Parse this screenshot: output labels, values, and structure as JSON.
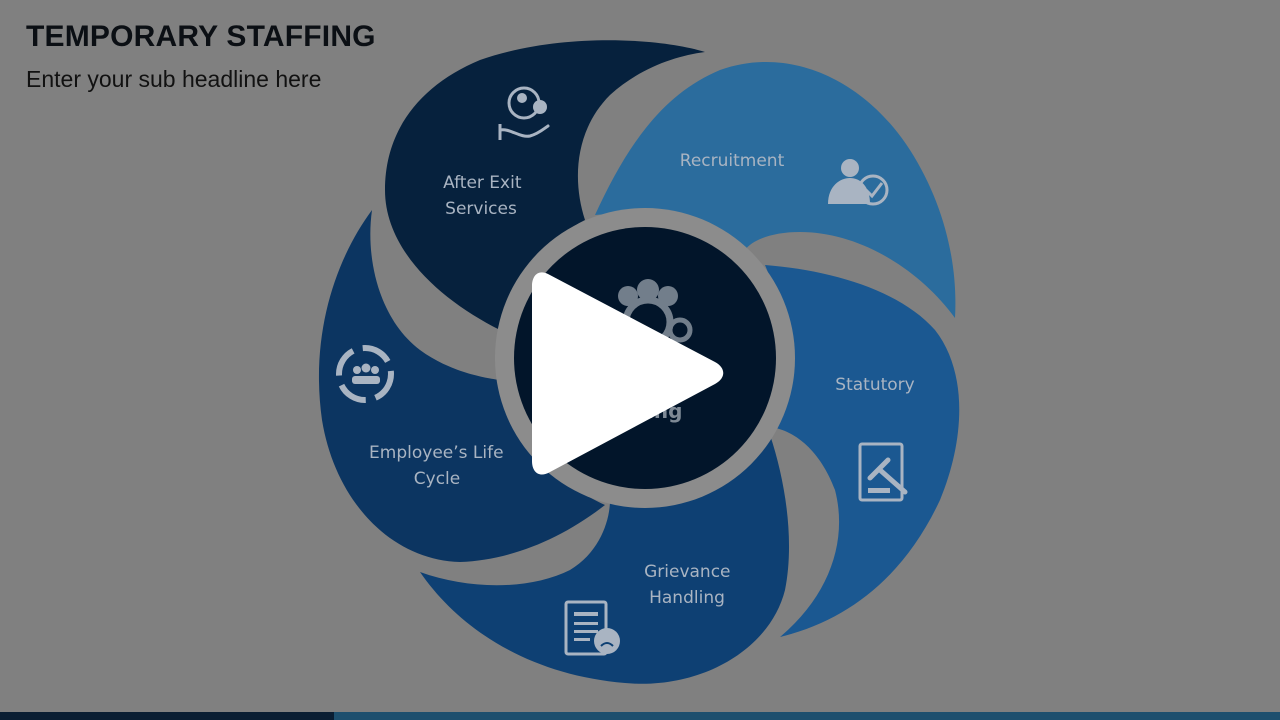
{
  "slide": {
    "title": "TEMPORARY STAFFING",
    "subtitle": "Enter your sub headline here"
  },
  "diagram": {
    "center_label": "ing",
    "segments": [
      {
        "label_lines": [
          "After Exit",
          "Services"
        ],
        "icon": "hand-user-remove-icon",
        "color": "#06213d"
      },
      {
        "label_lines": [
          "Recruitment"
        ],
        "icon": "user-check-icon",
        "color": "#2b6c9d"
      },
      {
        "label_lines": [
          "Statutory"
        ],
        "icon": "gavel-book-icon",
        "color": "#1b5891"
      },
      {
        "label_lines": [
          "Grievance",
          "Handling"
        ],
        "icon": "complaint-document-icon",
        "color": "#0e4073"
      },
      {
        "label_lines": [
          "Employee’s Life",
          "Cycle"
        ],
        "icon": "cycle-people-icon",
        "color": "#0c3561"
      }
    ],
    "center_icon": "gears-people-icon",
    "center_color": "#02152a"
  },
  "player": {
    "play_icon": "play-icon",
    "overlay_color": "#808080"
  },
  "footer_bar": {
    "left_color": "#0a1e33",
    "right_color": "#1d4f6e"
  }
}
